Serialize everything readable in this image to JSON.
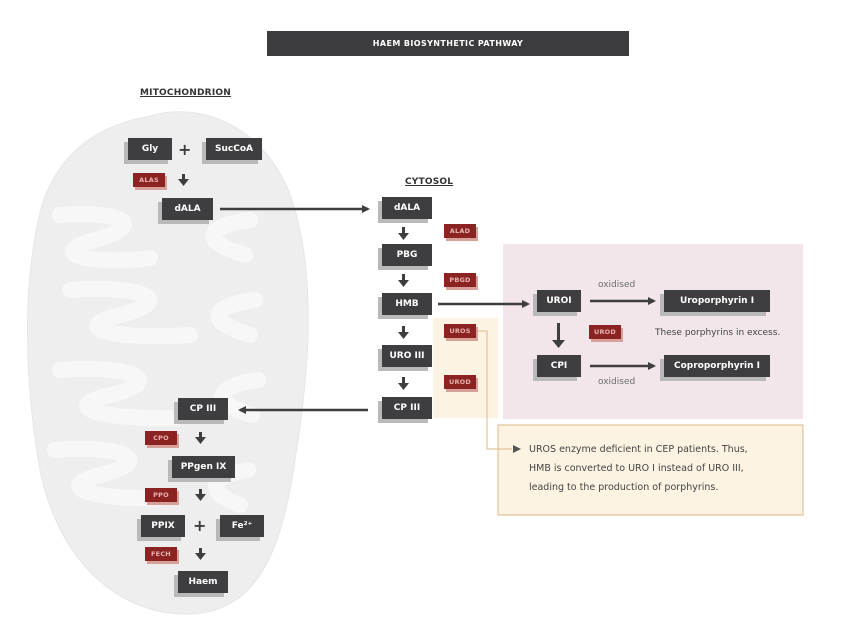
{
  "title": "HAEM BIOSYNTHETIC PATHWAY",
  "sections": {
    "mitochondrion": "MITOCHONDRION",
    "cytosol": "CYTOSOL"
  },
  "mito_nodes": {
    "gly": "Gly",
    "succoa": "SucCoA",
    "dala": "dALA",
    "cp3": "CP III",
    "ppgen9": "PPgen IX",
    "ppix": "PPIX",
    "fe": "Fe²⁺",
    "haem": "Haem"
  },
  "cyto_nodes": {
    "dala": "dALA",
    "pbg": "PBG",
    "hmb": "HMB",
    "uro3": "URO III",
    "cp3": "CP III"
  },
  "side_nodes": {
    "uroi": "UROI",
    "cpi": "CPI",
    "uroporphyrin": "Uroporphyrin I",
    "coproporphyrin": "Coproporphyrin I"
  },
  "enzymes": {
    "alas": "ALAS",
    "alad": "ALAD",
    "pbgd": "PBGD",
    "uros": "UROS",
    "urod_cyto": "UROD",
    "urod_side": "UROD",
    "cpo": "CPO",
    "ppo": "PPO",
    "fech": "FECH"
  },
  "labels": {
    "oxidised_top": "oxidised",
    "oxidised_bottom": "oxidised",
    "excess": "These porphyrins in excess.",
    "plus1": "+",
    "plus2": "+"
  },
  "note": {
    "line1": "UROS enzyme deficient in CEP patients. Thus,",
    "line2": "HMB is converted to URO I instead of URO III,",
    "line3": "leading to the production of porphyrins."
  },
  "colors": {
    "node": "#3e3e40",
    "node_shadow": "#b9b9b9",
    "enzyme": "#8a2321",
    "enzyme_text": "#e9b3ae",
    "panel_pink": "#f2e6ea",
    "panel_cream": "#fcf3e3",
    "note_border": "#dcb98a",
    "mito_fill": "#ededed"
  },
  "icons": {
    "arrow": "arrow-icon",
    "bullet": "arrow-bullet-icon"
  }
}
